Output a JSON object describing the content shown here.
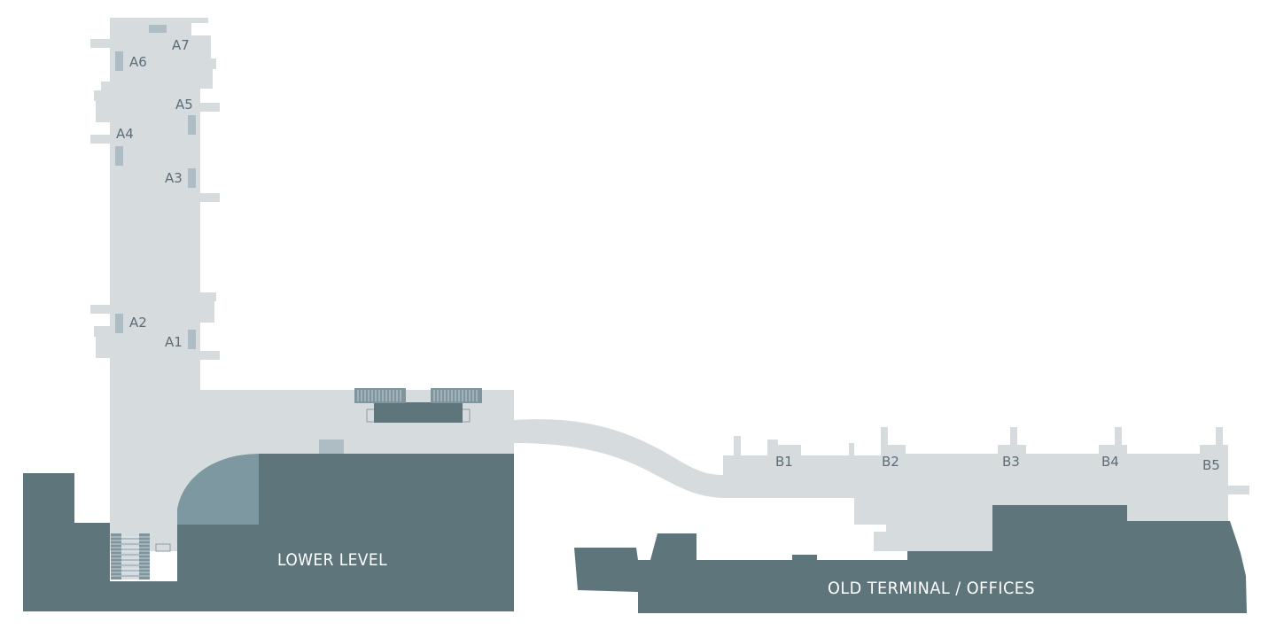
{
  "colors": {
    "concourse": "#d6dbde",
    "dark_block": "#5f757c",
    "mid_block": "#7e98a1",
    "jetway": "#aebcc3",
    "escalator": "#7f959e",
    "label": "#5b6e78",
    "area_label": "#ffffff"
  },
  "concourse_a": {
    "gates": [
      "A7",
      "A6",
      "A5",
      "A4",
      "A3",
      "A2",
      "A1"
    ]
  },
  "concourse_b": {
    "gates": [
      "B1",
      "B2",
      "B3",
      "B4",
      "B5"
    ]
  },
  "areas": {
    "lower_level": "LOWER LEVEL",
    "old_terminal": "OLD TERMINAL / OFFICES"
  },
  "icons": [
    "escalator-icon"
  ]
}
